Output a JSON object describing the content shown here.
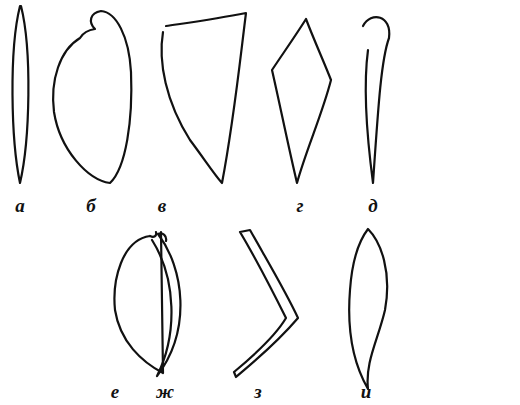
{
  "diagram": {
    "labels": [
      "а",
      "б",
      "в",
      "г",
      "д",
      "е",
      "ж",
      "з",
      "и"
    ]
  }
}
